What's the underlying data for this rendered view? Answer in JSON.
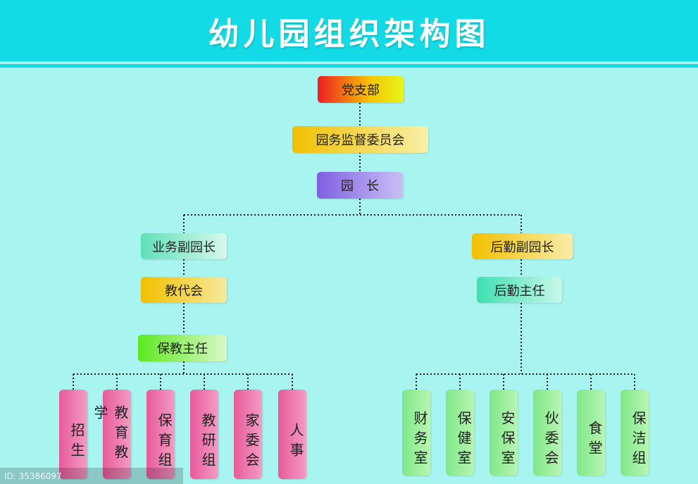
{
  "title": "幼儿园组织架构图",
  "nodes": {
    "party": "党支部",
    "committee": "园务监督委员会",
    "principal": "园　长",
    "biz_vice": "业务副园长",
    "log_vice": "后勤副园长",
    "staff_congress": "教代会",
    "logistics_director": "后勤主任",
    "care_edu_director": "保教主任"
  },
  "left_units": [
    "招生",
    "教育教学",
    "保育组",
    "教研组",
    "家委会",
    "人事"
  ],
  "right_units": [
    "财务室",
    "保健室",
    "安保室",
    "伙委会",
    "食堂",
    "保洁组"
  ],
  "watermark": "ID: 35386097"
}
